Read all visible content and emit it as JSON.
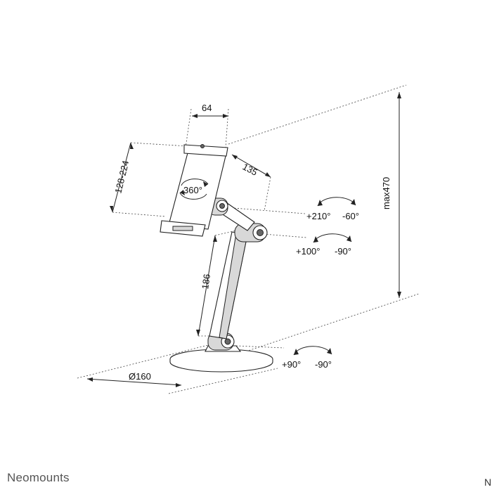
{
  "brand": {
    "name": "Neomounts",
    "edge_mark": "N"
  },
  "dimensions": {
    "holder_width": "64",
    "holder_height": "128-224",
    "arm_reach": "135",
    "arm_length": "186",
    "total_height": "max470",
    "base_diameter": "Ø160"
  },
  "rotations": {
    "holder": "360°",
    "top_joint": {
      "plus": "+210°",
      "minus": "-60°"
    },
    "mid_joint": {
      "plus": "+100°",
      "minus": "-90°"
    },
    "base_joint": {
      "plus": "+90°",
      "minus": "-90°"
    }
  },
  "colors": {
    "line": "#222222",
    "brand_text": "#555555"
  }
}
